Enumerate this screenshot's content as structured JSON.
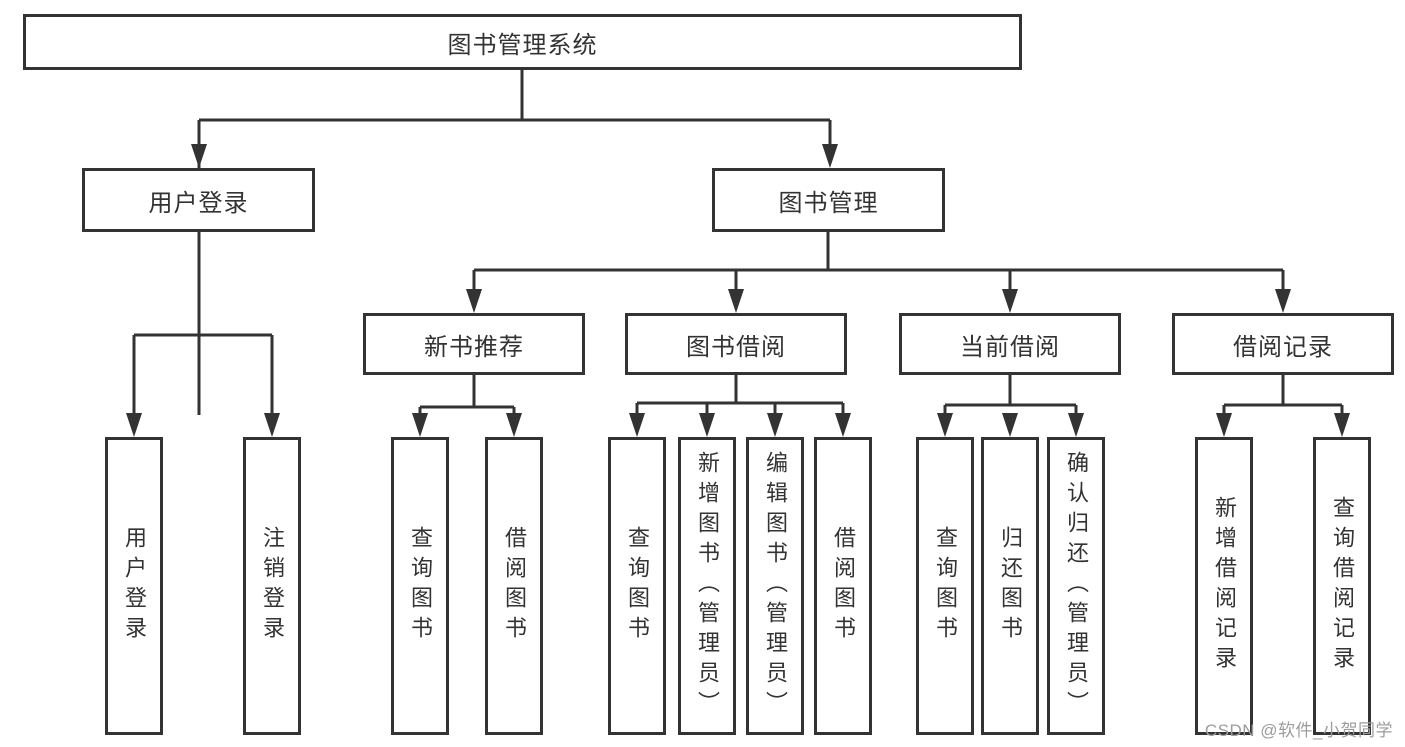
{
  "diagram": {
    "root": "图书管理系统",
    "level2": {
      "user_login": "用户登录",
      "book_management": "图书管理"
    },
    "level3": {
      "new_book_recommend": "新书推荐",
      "book_borrow": "图书借阅",
      "current_borrow": "当前借阅",
      "borrow_records": "借阅记录"
    },
    "leaves": {
      "ul_user_login": "用户登录",
      "ul_logout": "注销登录",
      "nb_query_book": "查询图书",
      "nb_borrow_book": "借阅图书",
      "bb_query_book": "查询图书",
      "bb_add_book": "新增图书（管理员）",
      "bb_edit_book": "编辑图书（管理员）",
      "bb_borrow_book": "借阅图书",
      "cb_query_book": "查询图书",
      "cb_return_book": "归还图书",
      "cb_confirm_return": "确认归还（管理员）",
      "br_add_record": "新增借阅记录",
      "br_query_record": "查询借阅记录"
    },
    "watermark": "CSDN @软件_小贺同学",
    "colors": {
      "ink": "#333333",
      "background": "#ffffff",
      "watermark_text": "#9c9c9c"
    }
  }
}
